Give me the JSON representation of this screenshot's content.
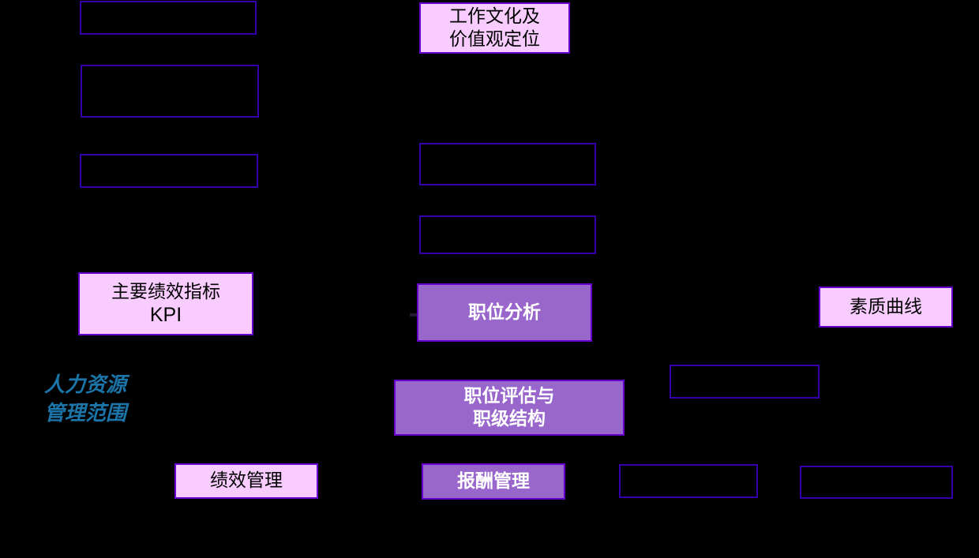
{
  "diagram": {
    "title": "人力资源管理范围",
    "background_color": "#000000",
    "palette": {
      "pink_fill": "#F9CCFF",
      "purple_fill": "#9966CC",
      "box_border": "#6600CC",
      "empty_border": "#3300AA",
      "side_label_color": "#1B75A8",
      "pink_text_color": "#000000",
      "purple_text_color": "#FFFFFF"
    },
    "side_label": {
      "text": "人力资源\n管理范围"
    },
    "nodes": [
      {
        "id": "box-top-left-1",
        "label": "",
        "style": "empty"
      },
      {
        "id": "box-top-left-2",
        "label": "",
        "style": "empty"
      },
      {
        "id": "box-mid-left-1",
        "label": "",
        "style": "empty"
      },
      {
        "id": "work-culture-values",
        "label": "工作文化及\n价值观定位",
        "style": "pink"
      },
      {
        "id": "box-center-1",
        "label": "",
        "style": "empty"
      },
      {
        "id": "box-center-2",
        "label": "",
        "style": "empty"
      },
      {
        "id": "kpi",
        "label": "主要绩效指标",
        "sublabel": "KPI",
        "style": "pink"
      },
      {
        "id": "job-analysis",
        "label": "职位分析",
        "style": "purple"
      },
      {
        "id": "competency-curve",
        "label": "素质曲线",
        "style": "pink"
      },
      {
        "id": "box-right-mid",
        "label": "",
        "style": "empty"
      },
      {
        "id": "job-evaluation-grade",
        "label": "职位评估与\n职级结构",
        "style": "purple"
      },
      {
        "id": "performance-management",
        "label": "绩效管理",
        "style": "pink"
      },
      {
        "id": "compensation-management",
        "label": "报酬管理",
        "style": "purple"
      },
      {
        "id": "box-bottom-right-1",
        "label": "",
        "style": "empty"
      },
      {
        "id": "box-bottom-right-2",
        "label": "",
        "style": "empty"
      }
    ]
  }
}
